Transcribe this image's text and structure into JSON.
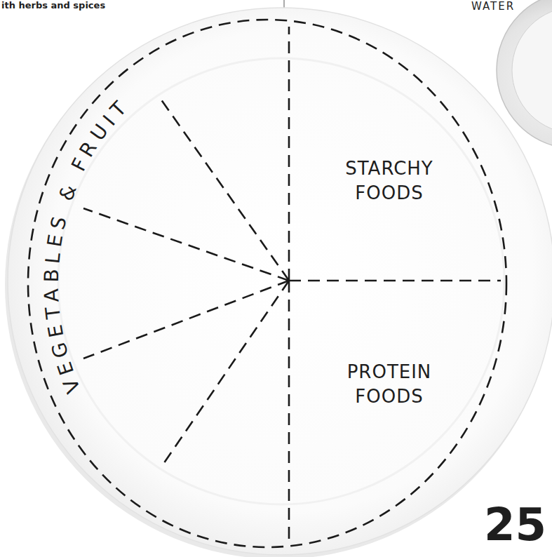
{
  "diagram": {
    "nodes": [
      {
        "text": [
          "VEGETABLES & FRUIT"
        ]
      },
      {
        "text": [
          "STARCHY FOODS"
        ]
      },
      {
        "text": [
          "PROTEIN FOODS"
        ]
      }
    ],
    "labels": [
      "ith herbs and spices",
      "WATER",
      "25"
    ]
  }
}
